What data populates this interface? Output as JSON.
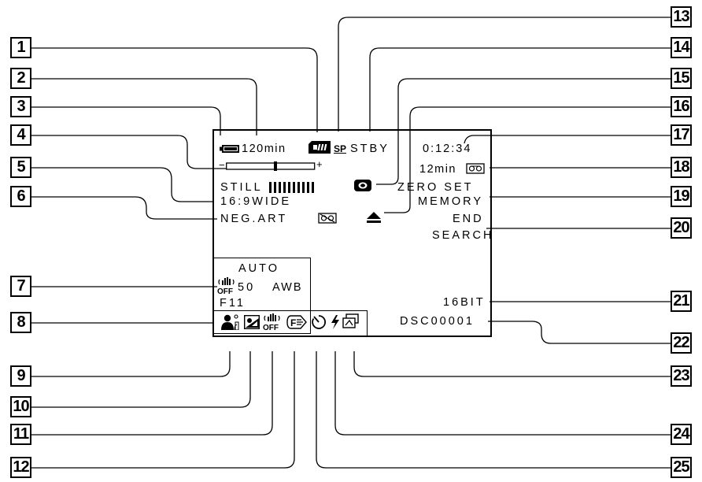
{
  "callouts": [
    "1",
    "2",
    "3",
    "4",
    "5",
    "6",
    "7",
    "8",
    "9",
    "10",
    "11",
    "12",
    "13",
    "14",
    "15",
    "16",
    "17",
    "18",
    "19",
    "20",
    "21",
    "22",
    "23",
    "24",
    "25"
  ],
  "screen": {
    "battery_time": "120min",
    "tape_format": "SP",
    "tape_status": "STBY",
    "counter": "0:12:34",
    "remaining_time": "12min",
    "still_label": "STILL",
    "wide_label": "16:9WIDE",
    "effect_label": "NEG.ART",
    "zero_set": "ZERO SET",
    "memory": "MEMORY",
    "end": "END",
    "search": "SEARCH",
    "auto": "AUTO",
    "shutter": "50",
    "awb": "AWB",
    "fstop": "F11",
    "audio_mode": "16BIT",
    "data_code": "DSC00001",
    "minus": "−",
    "plus": "+"
  },
  "icons": [
    "battery-icon",
    "cassette-memory-icon",
    "sp-icon",
    "record-lamp-icon",
    "eject-icon",
    "tape-icon",
    "steadyshot-off-icon",
    "portrait-icon",
    "backlight-icon",
    "fader-icon",
    "self-timer-icon",
    "flash-icon",
    "picture-effect-icon"
  ]
}
